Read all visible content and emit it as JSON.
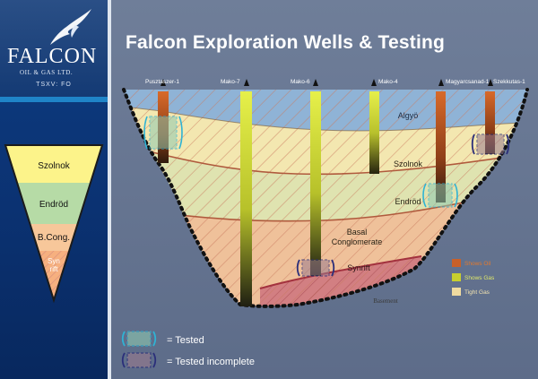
{
  "title": "Falcon Exploration Wells & Testing",
  "brand": {
    "name": "FALCON",
    "subtitle": "OIL & GAS LTD.",
    "ticker": "TSXV: FO"
  },
  "stratigraphy": {
    "units": [
      "Szolnok",
      "Endröd",
      "B.Cong.",
      "Syn rift"
    ]
  },
  "wells": [
    {
      "label": "Pusztaszer-1"
    },
    {
      "label": "Mako-7"
    },
    {
      "label": "Mako-6"
    },
    {
      "label": "Mako-4"
    },
    {
      "label": "Magyarcsanad-1"
    },
    {
      "label": "Szekkutas-1"
    }
  ],
  "layers": {
    "algyo": "Algyö",
    "szolnok": "Szolnok",
    "endrod": "Endröd",
    "basal_line1": "Basal",
    "basal_line2": "Conglomerate",
    "synrift": "Synrift",
    "basement": "Basement"
  },
  "legend": {
    "tested": "= Tested",
    "tested_incomplete": "= Tested incomplete",
    "shows": "Shows Oil",
    "show2": "Shows Gas",
    "show3": "Tight Gas"
  },
  "colors": {
    "background": "#5f6f8c",
    "sidebar": "#0b3272",
    "water": "#8fb3d6",
    "szolnok": "#f4e6a6",
    "endrod": "#d9e0a9",
    "basal": "#edbb91",
    "synrift": "#d27f82"
  }
}
